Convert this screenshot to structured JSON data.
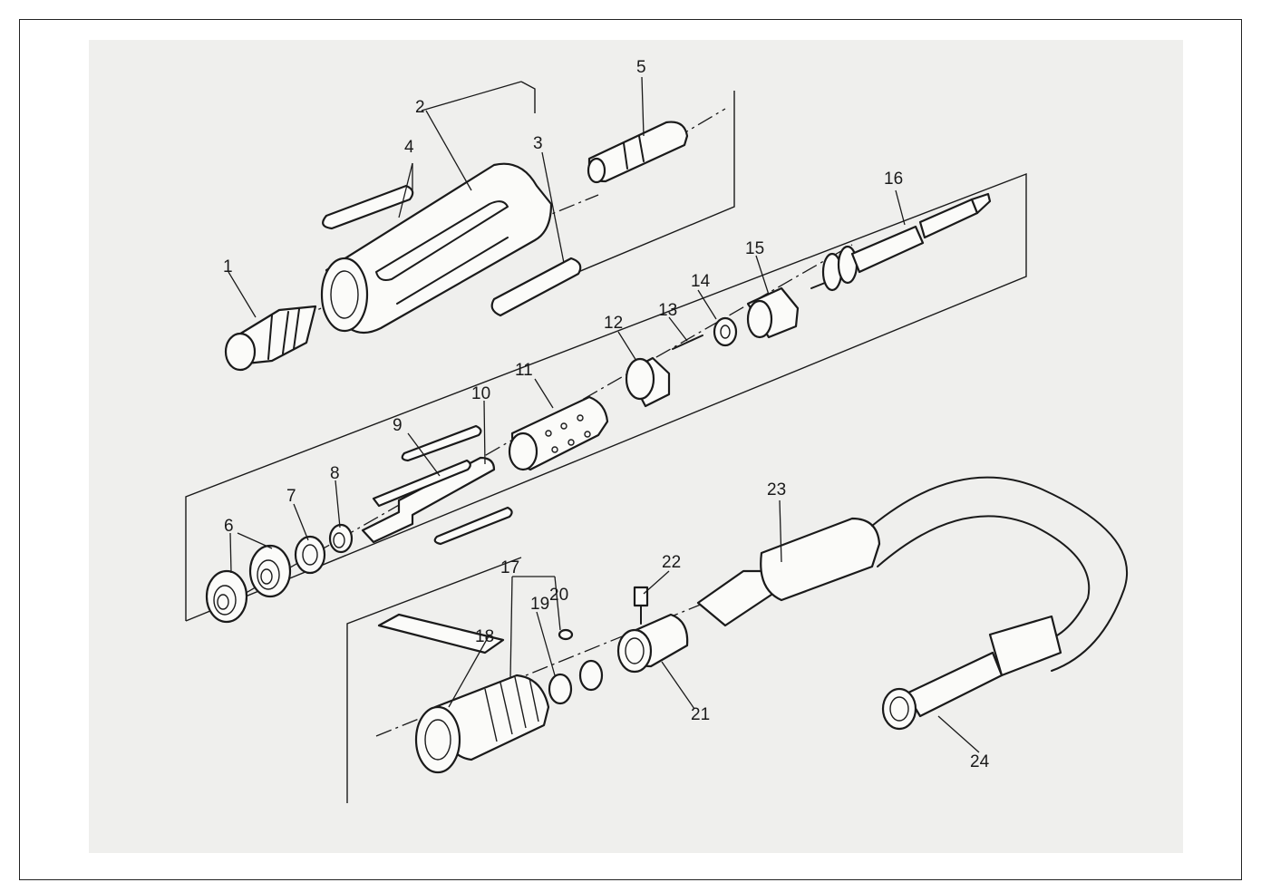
{
  "figure": {
    "callouts": [
      {
        "id": "1",
        "text": "1"
      },
      {
        "id": "2",
        "text": "2"
      },
      {
        "id": "3",
        "text": "3"
      },
      {
        "id": "4",
        "text": "4"
      },
      {
        "id": "5",
        "text": "5"
      },
      {
        "id": "6",
        "text": "6"
      },
      {
        "id": "7",
        "text": "7"
      },
      {
        "id": "8",
        "text": "8"
      },
      {
        "id": "9",
        "text": "9"
      },
      {
        "id": "10",
        "text": "10"
      },
      {
        "id": "11",
        "text": "11"
      },
      {
        "id": "12",
        "text": "12"
      },
      {
        "id": "13",
        "text": "13"
      },
      {
        "id": "14",
        "text": "14"
      },
      {
        "id": "15",
        "text": "15"
      },
      {
        "id": "16",
        "text": "16"
      },
      {
        "id": "17",
        "text": "17"
      },
      {
        "id": "18",
        "text": "18"
      },
      {
        "id": "19",
        "text": "19"
      },
      {
        "id": "20",
        "text": "20"
      },
      {
        "id": "21",
        "text": "21"
      },
      {
        "id": "22",
        "text": "22"
      },
      {
        "id": "23",
        "text": "23"
      },
      {
        "id": "24",
        "text": "24"
      }
    ]
  },
  "colors": {
    "ink": "#1a1a1a",
    "paper": "#efefed",
    "background": "#ffffff"
  }
}
